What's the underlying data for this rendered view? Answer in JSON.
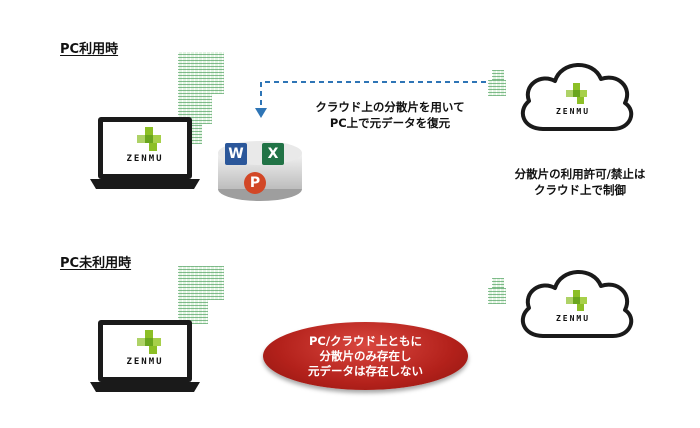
{
  "top": {
    "section_title": "PC利用時",
    "restore_caption": [
      "クラウド上の分散片を用いて",
      "PC上で元データを復元"
    ],
    "permission_caption": [
      "分散片の利用許可/禁止は",
      "クラウド上で制御"
    ],
    "laptop_logo": "ZENMU",
    "cloud_logo": "ZENMU",
    "office_letters": {
      "word": "W",
      "excel": "X",
      "powerpoint": "P"
    }
  },
  "bottom": {
    "section_title": "PC未利用時",
    "status_bubble": [
      "PC/クラウド上ともに",
      "分散片のみ存在し",
      "元データは存在しない"
    ],
    "laptop_logo": "ZENMU",
    "cloud_logo": "ZENMU"
  },
  "colors": {
    "logo_green": "#8cbf26",
    "arrow_blue": "#2e75b6",
    "bubble_red": "#b3211b",
    "fragment_green": "#3a9a4a"
  }
}
